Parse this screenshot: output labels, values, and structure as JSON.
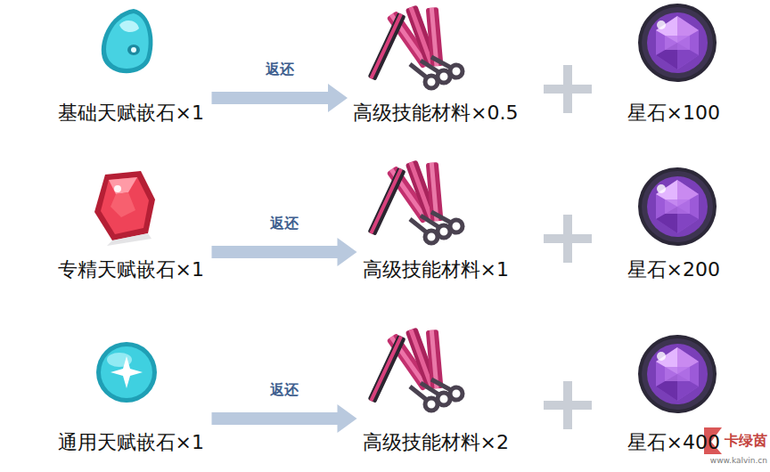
{
  "diagram": {
    "nodes": [
      {
        "text": [
          "基础天赋嵌石×1"
        ]
      },
      {
        "text": [
          "高级技能材料×0.5"
        ]
      },
      {
        "text": [
          "星石×100"
        ]
      },
      {
        "text": [
          "专精天赋嵌石×1"
        ]
      },
      {
        "text": [
          "高级技能材料×1"
        ]
      },
      {
        "text": [
          "星石×200"
        ]
      },
      {
        "text": [
          "通用天赋嵌石×1"
        ]
      },
      {
        "text": [
          "高级技能材料×2"
        ]
      },
      {
        "text": [
          "星石×400"
        ]
      }
    ],
    "edges": [
      {
        "from": 0,
        "to": 1,
        "label": "返还",
        "arrow": "to"
      },
      {
        "from": 3,
        "to": 4,
        "label": "返还",
        "arrow": "to"
      },
      {
        "from": 6,
        "to": 7,
        "label": "返还",
        "arrow": "to"
      }
    ],
    "labels": [
      "卡绿茵",
      "www.kalvin.cn"
    ]
  }
}
